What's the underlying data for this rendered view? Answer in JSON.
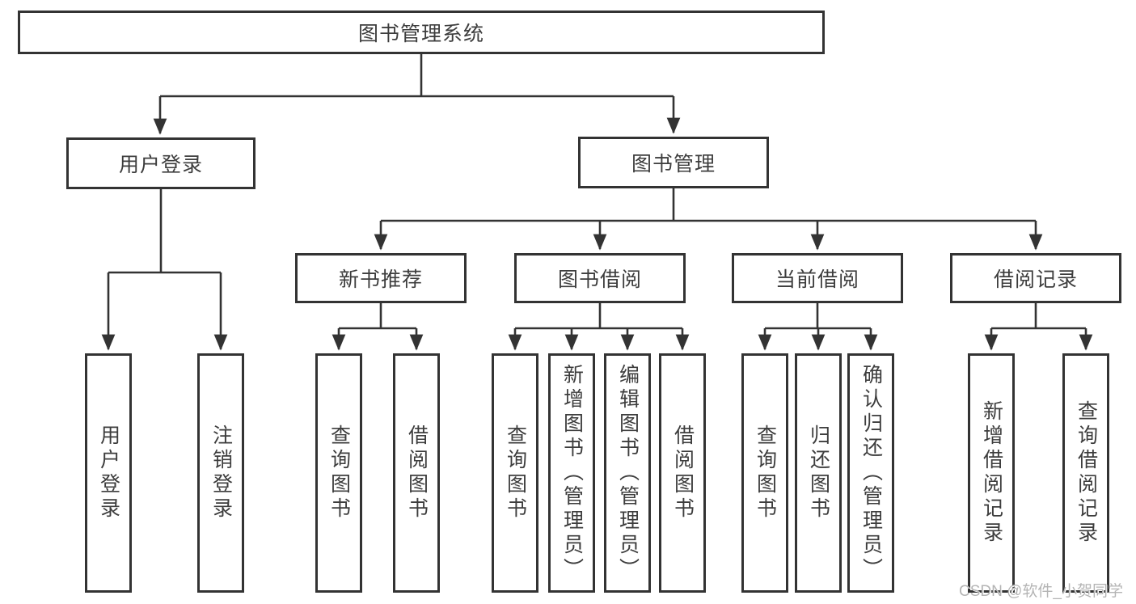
{
  "diagram": {
    "tree": {
      "label": "图书管理系统",
      "children": [
        {
          "label": "用户登录",
          "children": [
            {
              "label": "用户登录"
            },
            {
              "label": "注销登录"
            }
          ]
        },
        {
          "label": "图书管理",
          "children": [
            {
              "label": "新书推荐",
              "children": [
                {
                  "label": "查询图书"
                },
                {
                  "label": "借阅图书"
                }
              ]
            },
            {
              "label": "图书借阅",
              "children": [
                {
                  "label": "查询图书"
                },
                {
                  "label": "新增图书（管理员）"
                },
                {
                  "label": "编辑图书（管理员）"
                },
                {
                  "label": "借阅图书"
                }
              ]
            },
            {
              "label": "当前借阅",
              "children": [
                {
                  "label": "查询图书"
                },
                {
                  "label": "归还图书"
                },
                {
                  "label": "确认归还（管理员）"
                }
              ]
            },
            {
              "label": "借阅记录",
              "children": [
                {
                  "label": "新增借阅记录"
                },
                {
                  "label": "查询借阅记录"
                }
              ]
            }
          ]
        }
      ]
    }
  },
  "watermark": {
    "text": "CSDN @软件_小贺同学"
  },
  "colors": {
    "line": "#333333",
    "box_border": "#333333",
    "text": "#3d3d3d",
    "watermark": "#b4b4b4",
    "background": "#ffffff"
  }
}
